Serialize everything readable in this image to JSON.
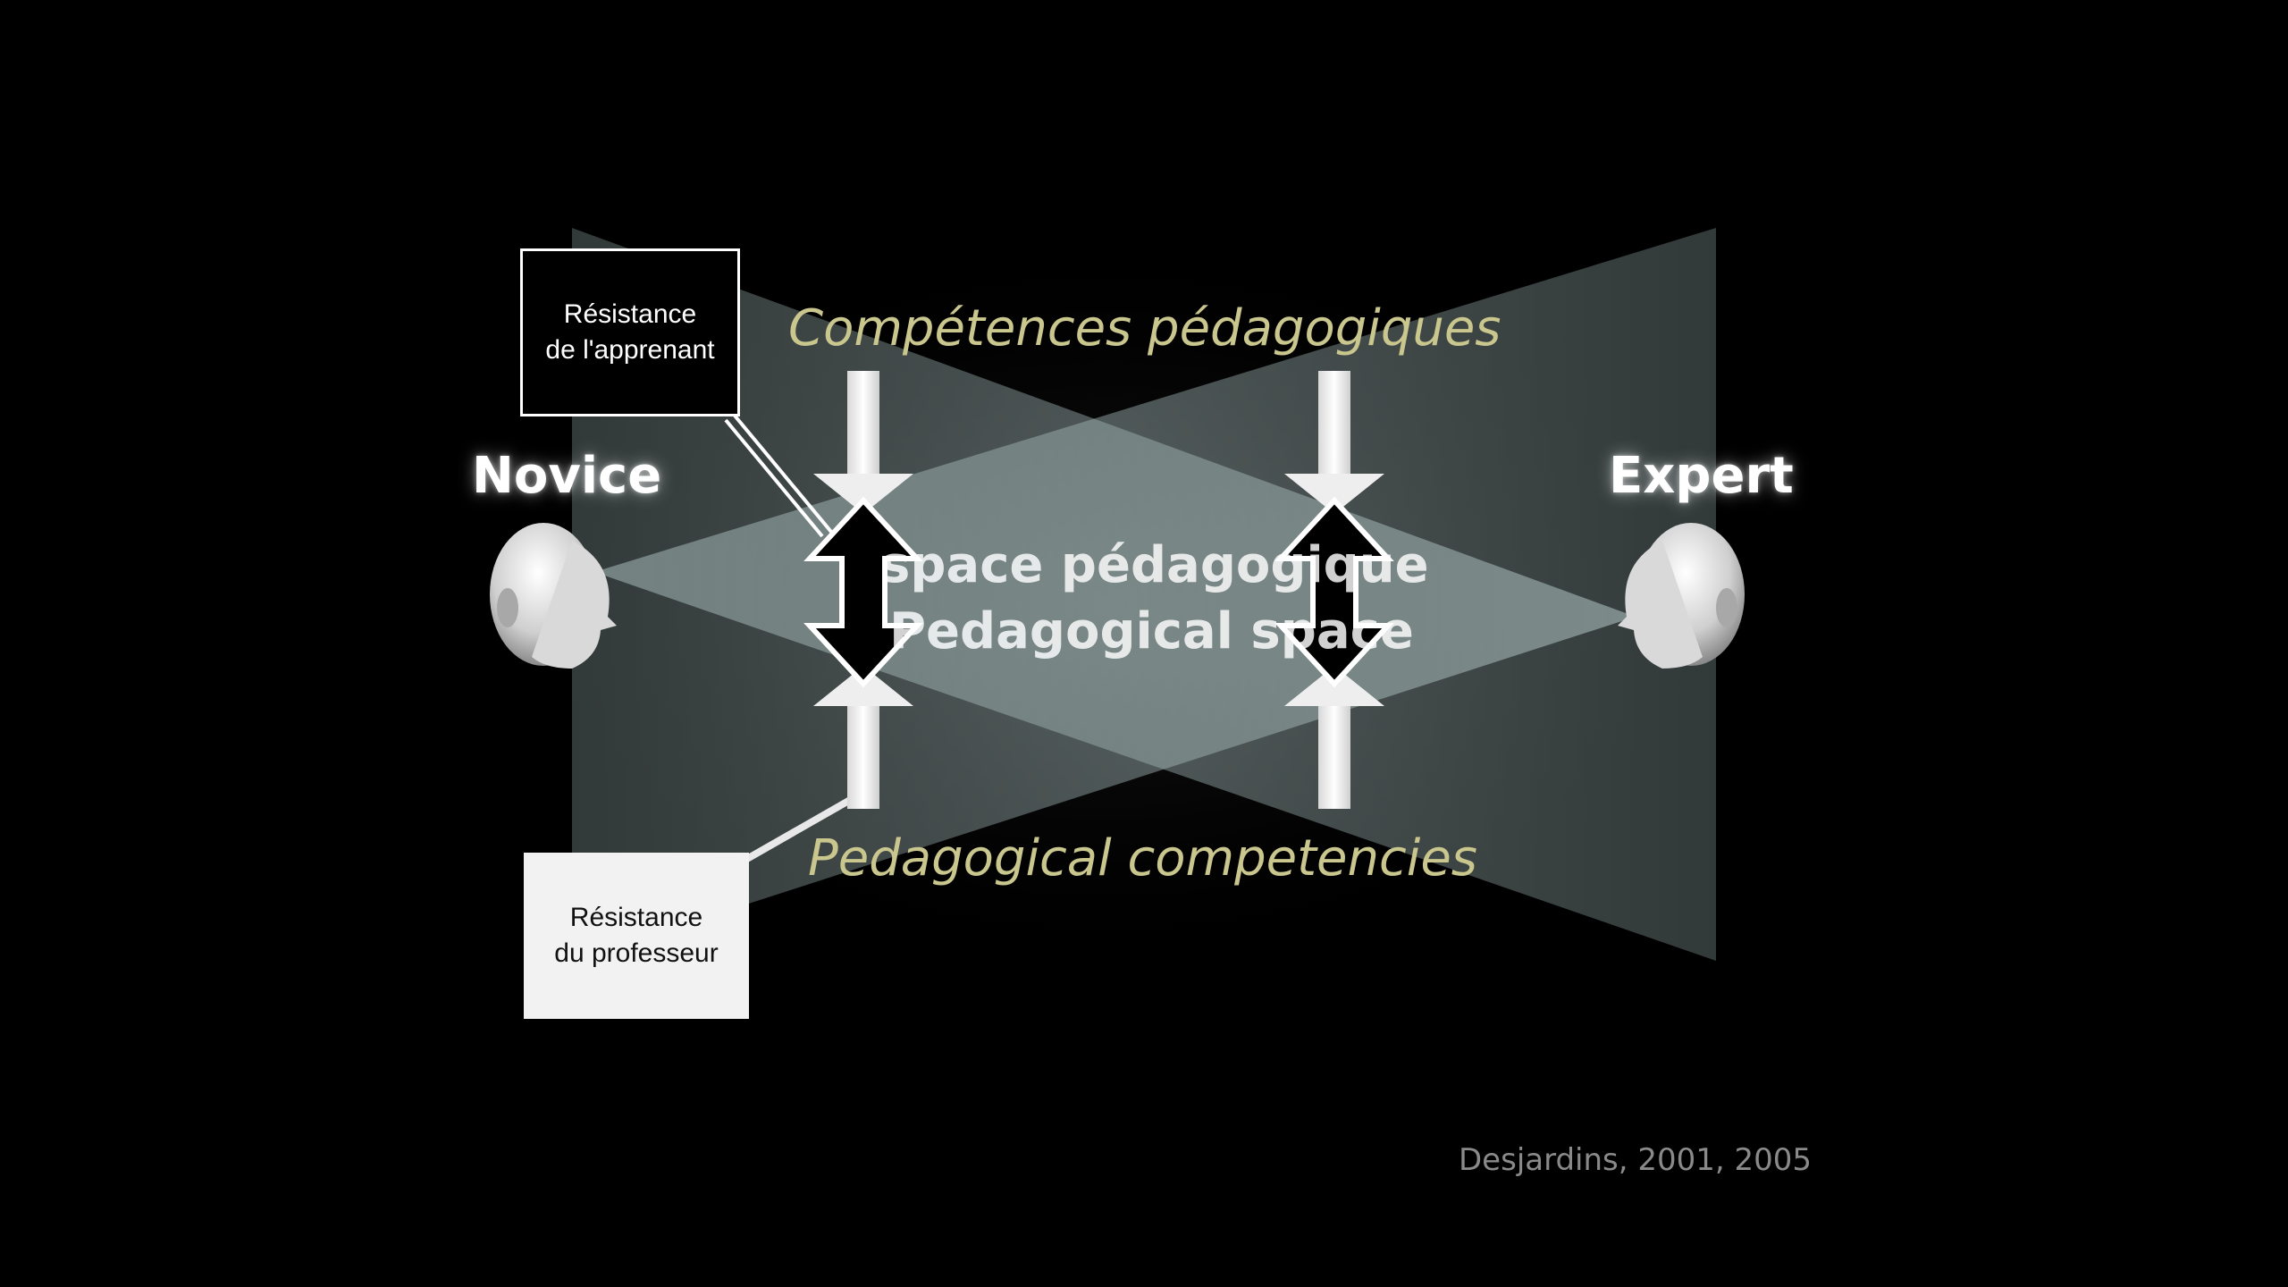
{
  "labels": {
    "novice": "Novice",
    "expert": "Expert",
    "top_competencies": "Compétences pédagogiques",
    "bottom_competencies": "Pedagogical competencies",
    "center_line1": "space pédagogique",
    "center_line2": "Pedagogical space",
    "learner_box_line1": "Résistance",
    "learner_box_line2": "de l'apprenant",
    "teacher_box_line1": "Résistance",
    "teacher_box_line2": "du professeur",
    "citation": "Desjardins, 2001, 2005"
  },
  "colors": {
    "background": "#000000",
    "olive_text": "#c9c68e",
    "citation_text": "#8a8a8a",
    "beam": "#9fb3b3",
    "teacher_box_bg": "#f2f2f2"
  },
  "icons": {
    "head_left": "head-facing-right-icon",
    "head_right": "head-facing-left-icon",
    "double_arrow": "vertical-double-arrow-icon"
  }
}
